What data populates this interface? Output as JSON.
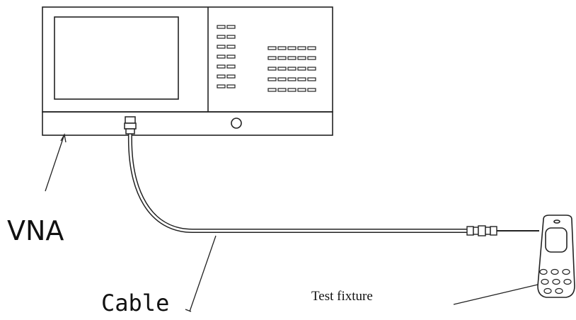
{
  "labels": {
    "vna": "VNA",
    "cable": "Cable",
    "test_fixture": "Test fixture"
  },
  "colors": {
    "stroke": "#222222",
    "background": "#ffffff"
  },
  "icons": {
    "instrument": "vector-network-analyzer",
    "connector": "coaxial-connector",
    "device": "mobile-phone"
  }
}
